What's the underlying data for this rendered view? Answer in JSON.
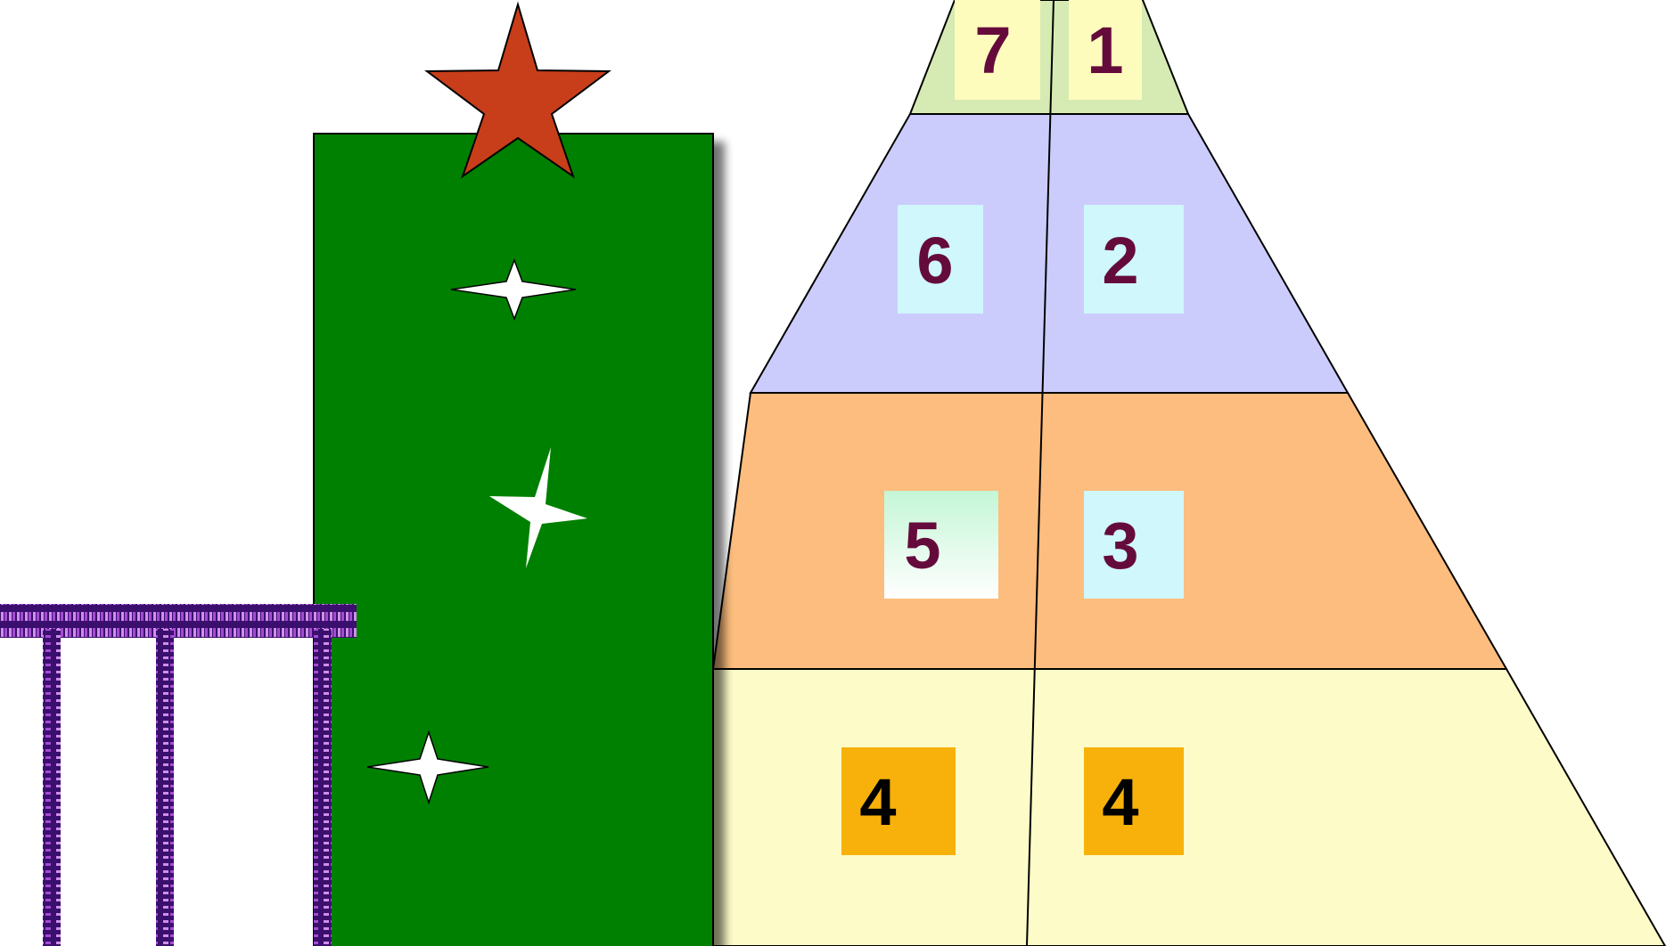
{
  "colors": {
    "background": "#ffffff",
    "green_panel": "#008000",
    "top_star": "#c83e1a",
    "sparkle_stars": "#ffffff",
    "pyramid_tier_top": "#d6ebb3",
    "pyramid_tier_2": "#ccccfc",
    "pyramid_tier_3": "#fdbd7e",
    "pyramid_tier_bottom": "#fdfcc8",
    "tile_yellow": "#fdfcbd",
    "tile_cyan": "#cff7fc",
    "tile_orange": "#f7b10a",
    "number_maroon": "#650b3b",
    "number_black": "#000000",
    "fence_purple": "#7d2ba5"
  },
  "pyramid": {
    "tiers": [
      {
        "left": "7",
        "right": "1"
      },
      {
        "left": "6",
        "right": "2"
      },
      {
        "left": "5",
        "right": "3"
      },
      {
        "left": "4",
        "right": "4"
      }
    ]
  },
  "decorations": {
    "star": "five-point-star-icon",
    "sparkles": [
      "four-point-sparkle-icon",
      "four-point-sparkle-icon",
      "four-point-sparkle-icon"
    ],
    "fence": "purple-fence"
  }
}
